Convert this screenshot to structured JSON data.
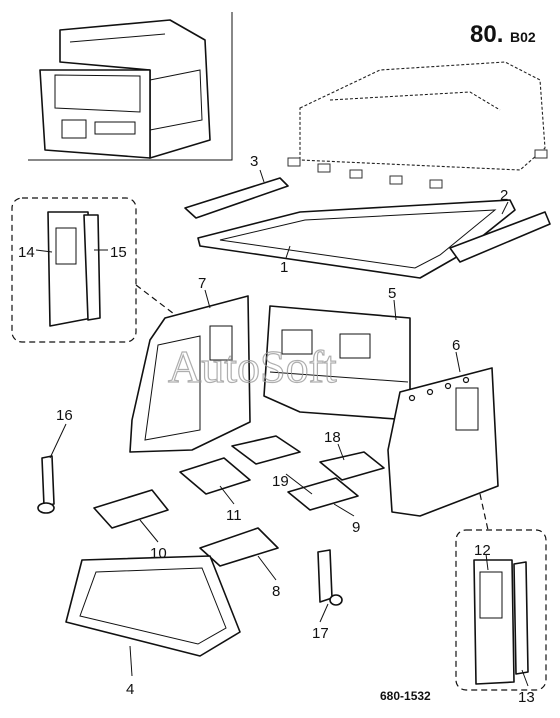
{
  "header": {
    "group_number": "80.",
    "group_suffix": "B02"
  },
  "watermark": "AutoSoft",
  "drawing_number": "680-1532",
  "callouts": [
    "1",
    "2",
    "3",
    "4",
    "5",
    "6",
    "7",
    "8",
    "9",
    "10",
    "11",
    "12",
    "13",
    "14",
    "15",
    "16",
    "17",
    "18",
    "19"
  ]
}
